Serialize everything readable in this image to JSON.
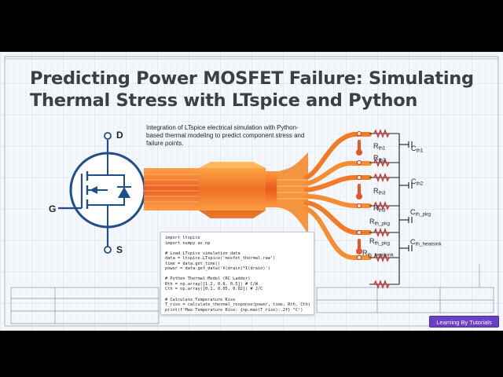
{
  "title_line1": "Predicting Power MOSFET Failure: Simulating",
  "title_line2": "Thermal Stress with LTspice and Python",
  "description": "Integration of LTspice electrical simulation with Python-based thermal modeling to predict component stress and failure points.",
  "terminals": {
    "drain": "D",
    "gate": "G",
    "source": "S"
  },
  "rc_ladder": {
    "resistors": [
      "th1",
      "th2",
      "th3",
      "th3",
      "th_pkg",
      "th_pkg",
      "th_heatsink"
    ],
    "capacitors": [
      "th1",
      "th2",
      "th_pkg",
      "th_heatsink"
    ],
    "r_prefix": "R",
    "c_prefix": "C"
  },
  "code_lines": [
    "import ltspice",
    "import numpy as np",
    "",
    "# Load LTspice simulation data",
    "data = ltspice.LTspice('mosfet_thermal.raw')",
    "time = data.get_time()",
    "power = data.get_data('V(drain)*I(drain)')",
    "",
    "# Python Thermal Model (RC Ladder)",
    "Rth = np.array([1.2, 0.8, 0.5]) # C/W",
    "Cth = np.array([0.1, 0.05, 0.02]) # J/C",
    "",
    "# Calculate Temperature Rise",
    "T_rise = calculate_thermal_response(power, time, Rth, Cth)",
    "print(f'Max Temperature Rise: {np.max(T_rise):.2f} °C')"
  ],
  "badge": "Learning By Tutorials",
  "colors": {
    "flow_hot": "#f26b1d",
    "flow_warm": "#ffb24a",
    "resistor": "#c0392b",
    "mosfet_blue": "#1f4e8c",
    "badge_bg": "#6b3fc6"
  }
}
